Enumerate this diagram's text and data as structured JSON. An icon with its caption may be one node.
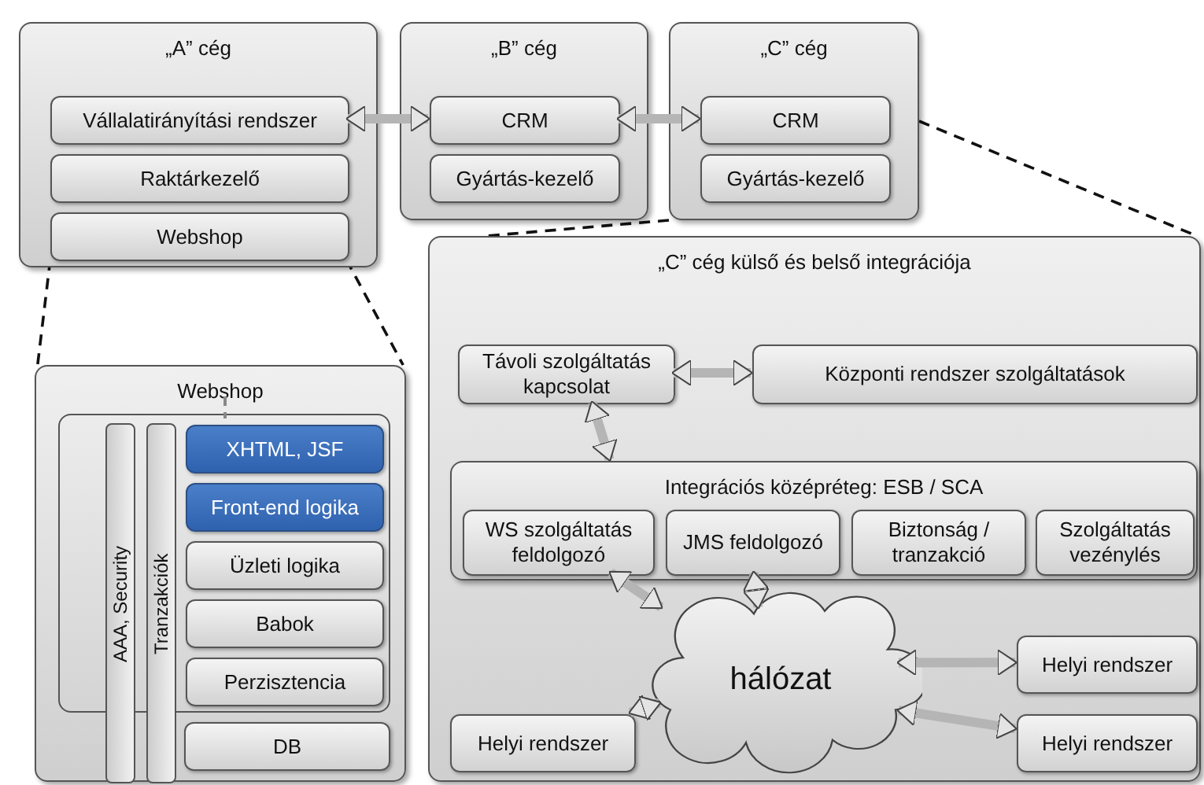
{
  "diagram": {
    "nodes": [
      {
        "text": [
          "„A” cég"
        ]
      },
      {
        "text": [
          "Vállalatirányítási rendszer"
        ],
        "in": 0
      },
      {
        "text": [
          "Raktárkezelő"
        ],
        "in": 0
      },
      {
        "text": [
          "Webshop"
        ],
        "in": 0
      },
      {
        "text": [
          "„B” cég"
        ]
      },
      {
        "text": [
          "CRM"
        ],
        "in": 4
      },
      {
        "text": [
          "Gyártás-kezelő"
        ],
        "in": 4
      },
      {
        "text": [
          "„C” cég"
        ]
      },
      {
        "text": [
          "CRM"
        ],
        "in": 7
      },
      {
        "text": [
          "Gyártás-kezelő"
        ],
        "in": 7
      },
      {
        "text": [
          "Webshop"
        ]
      },
      {
        "text": [],
        "shape": "box",
        "in": 10
      },
      {
        "text": [
          "AAA, Security"
        ],
        "in": 10
      },
      {
        "text": [
          "Tranzakciók"
        ],
        "in": 10
      },
      {
        "text": [
          "XHTML, JSF"
        ],
        "in": 11
      },
      {
        "text": [
          "Front-end logika"
        ],
        "in": 11
      },
      {
        "text": [
          "Üzleti logika"
        ],
        "in": 11
      },
      {
        "text": [
          "Babok"
        ],
        "in": 11
      },
      {
        "text": [
          "Perzisztencia"
        ],
        "in": 11
      },
      {
        "text": [
          "DB"
        ],
        "in": 10
      },
      {
        "text": [
          "„C” cég külső és belső integrációja"
        ]
      },
      {
        "text": [
          "Távoli szolgáltatás kapcsolat"
        ],
        "in": 20
      },
      {
        "text": [
          "Központi rendszer szolgáltatások"
        ],
        "in": 20
      },
      {
        "text": [
          "Integrációs középréteg: ESB / SCA"
        ],
        "in": 20
      },
      {
        "text": [
          "WS szolgáltatás feldolgozó"
        ],
        "in": 23
      },
      {
        "text": [
          "JMS feldolgozó"
        ],
        "in": 23
      },
      {
        "text": [
          "Biztonság / tranzakció"
        ],
        "in": 23
      },
      {
        "text": [
          "Szolgáltatás vezénylés"
        ],
        "in": 23
      },
      {
        "text": [
          "hálózat"
        ],
        "in": 20
      },
      {
        "text": [
          "Helyi rendszer"
        ],
        "in": 20
      },
      {
        "text": [
          "Helyi rendszer"
        ],
        "in": 20
      },
      {
        "text": [
          "Helyi rendszer"
        ],
        "in": 20
      }
    ],
    "edges": [
      {
        "from": 1,
        "to": 5,
        "arrow": "both"
      },
      {
        "from": 5,
        "to": 8,
        "arrow": "both"
      },
      {
        "from": 21,
        "to": 22,
        "arrow": "both"
      },
      {
        "from": 21,
        "to": 23,
        "arrow": "both"
      },
      {
        "from": 24,
        "to": 28,
        "arrow": "both"
      },
      {
        "from": 25,
        "to": 28,
        "arrow": "both"
      },
      {
        "from": 28,
        "to": 29,
        "arrow": "both"
      },
      {
        "from": 30,
        "to": 28,
        "arrow": "both"
      },
      {
        "from": 28,
        "to": 31,
        "arrow": "both"
      },
      {
        "from": 3,
        "to": 10,
        "arrow": "none",
        "style": "dashed",
        "color": "#111111"
      },
      {
        "from": 3,
        "to": 10,
        "arrow": "none",
        "style": "dashed",
        "color": "#111111"
      },
      {
        "from": 7,
        "to": 20,
        "arrow": "none",
        "style": "dashed",
        "color": "#111111"
      },
      {
        "from": 7,
        "to": 20,
        "arrow": "none",
        "style": "dashed",
        "color": "#111111"
      }
    ]
  }
}
